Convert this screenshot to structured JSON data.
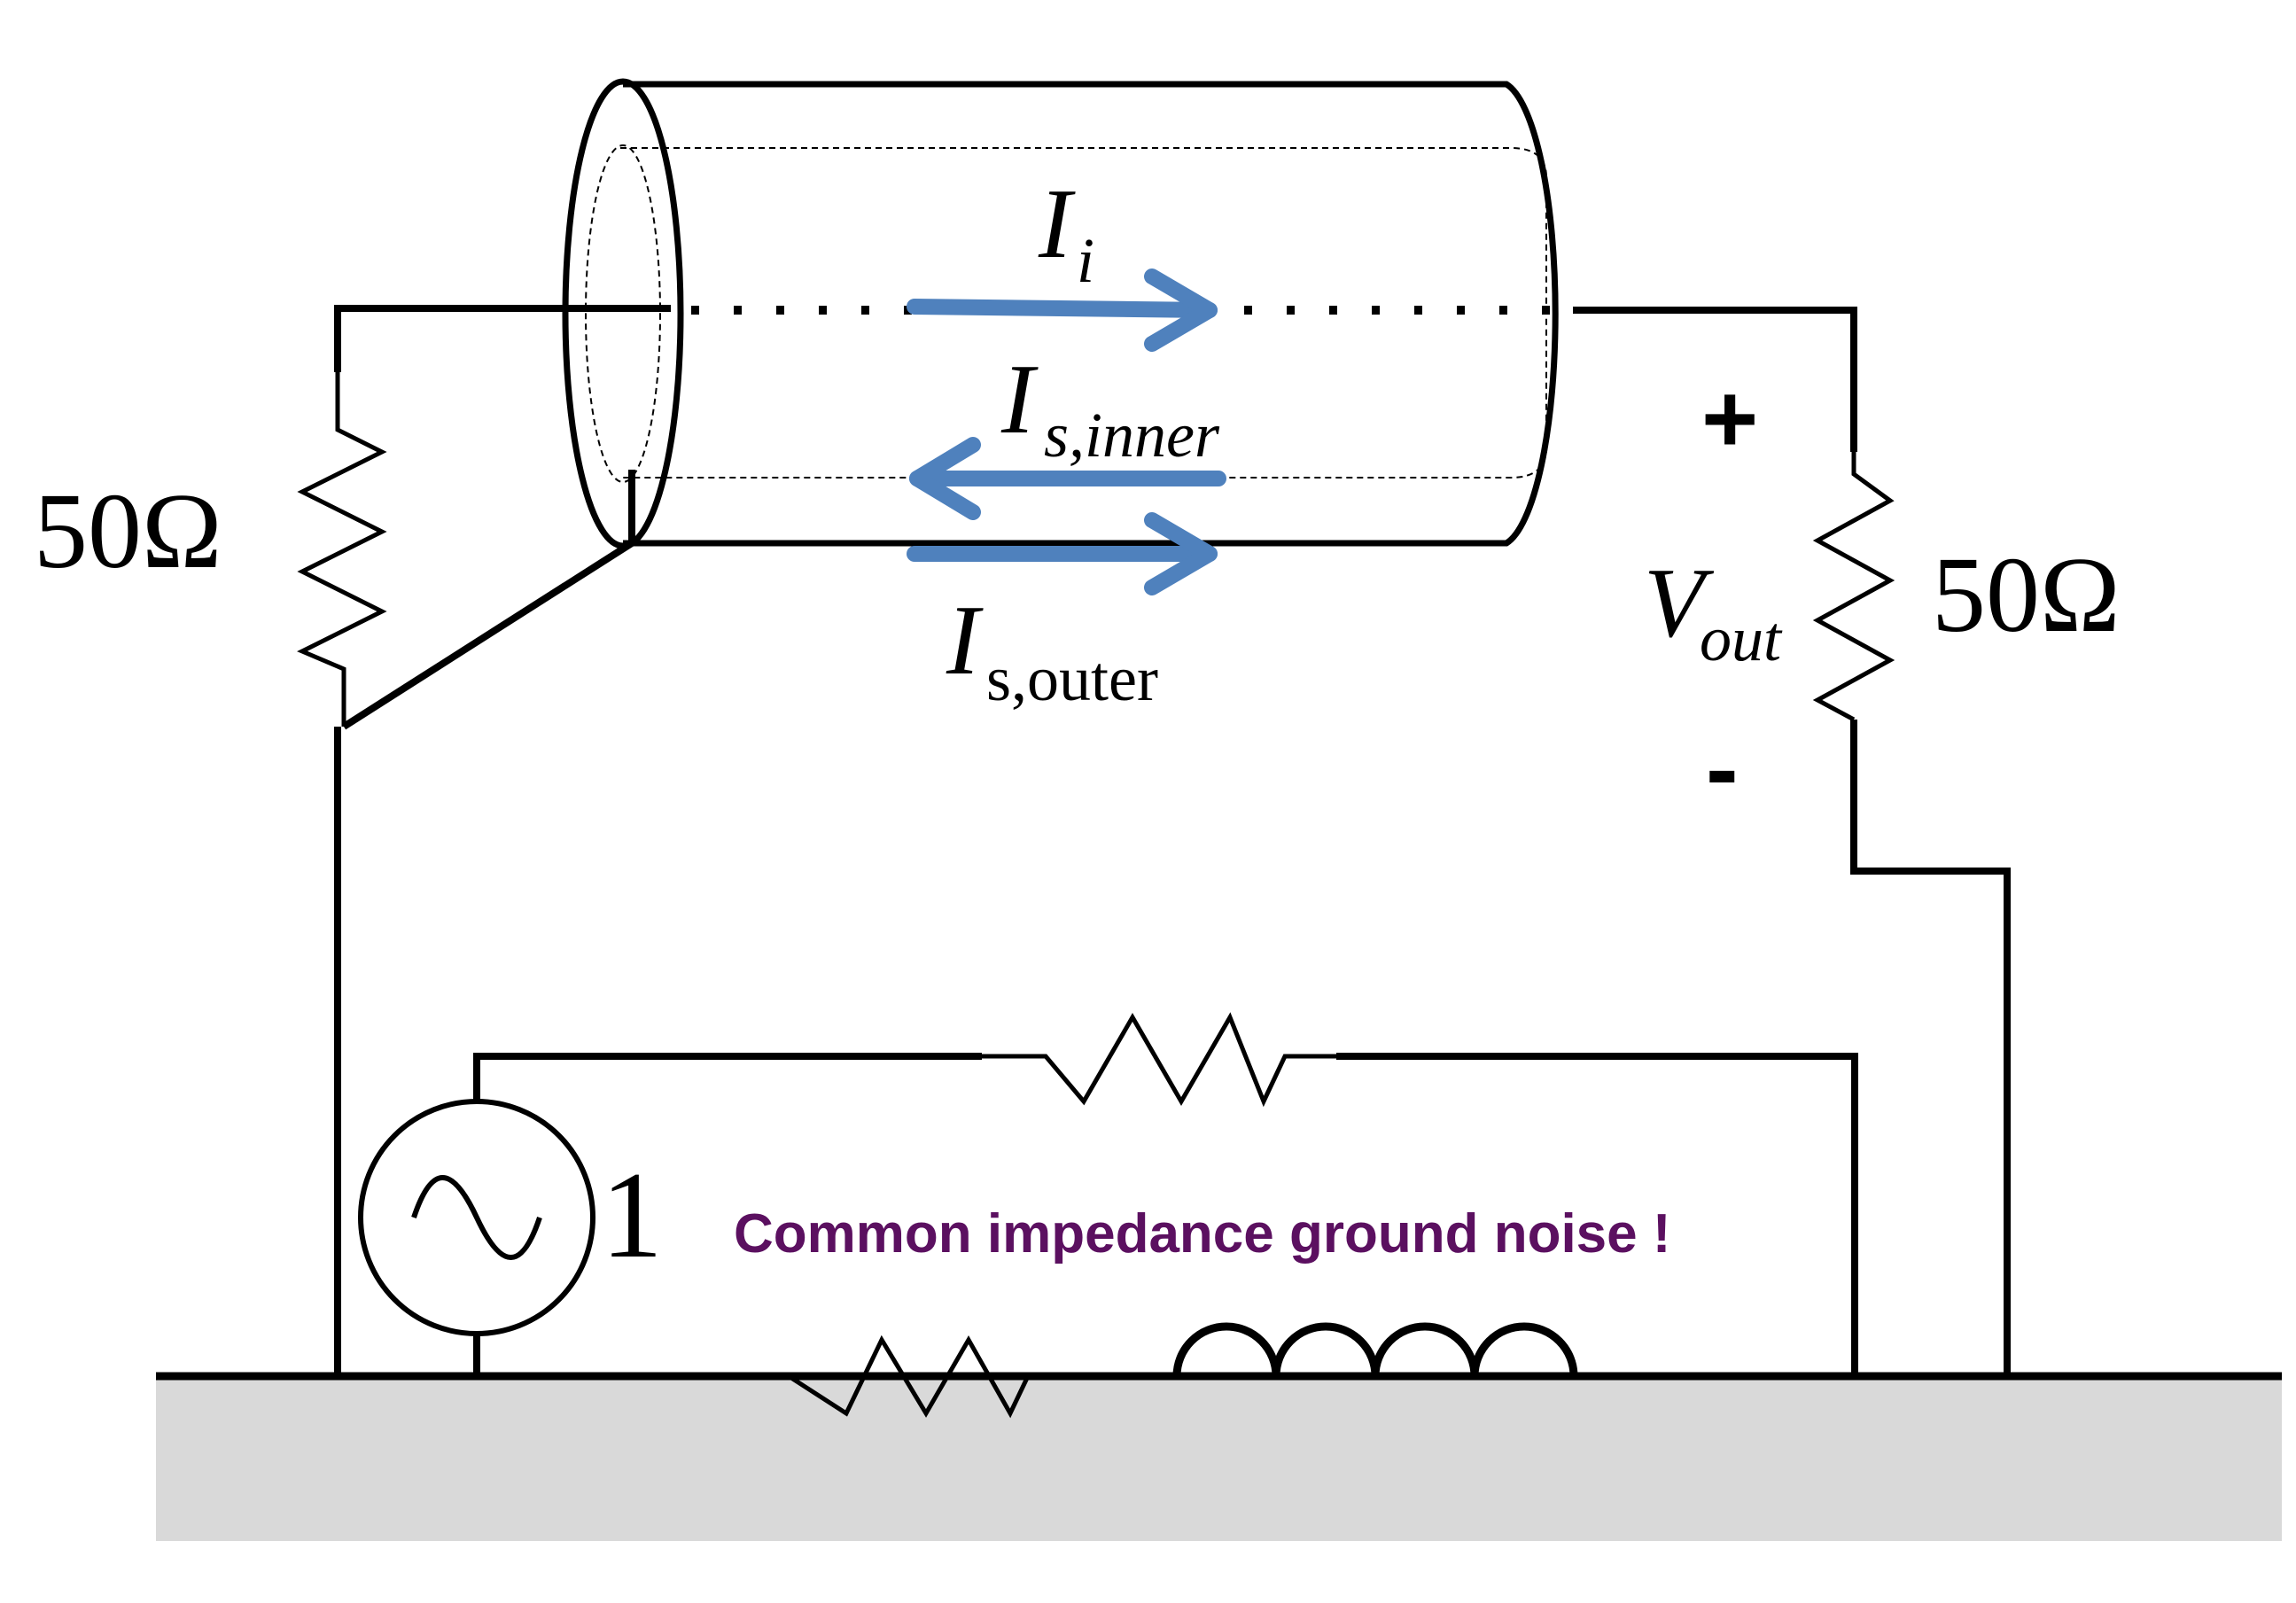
{
  "labels": {
    "left_resistor": "50Ω",
    "right_resistor": "50Ω",
    "current_inner_conductor": {
      "main": "I",
      "sub": "i"
    },
    "current_shield_inner": {
      "main": "I",
      "sub": "s,inner"
    },
    "current_shield_outer": {
      "main": "I",
      "sub": "s,outer"
    },
    "output_voltage": {
      "main": "V",
      "sub": "out"
    },
    "plus_sign": "+",
    "minus_sign": "-",
    "source_label": "1",
    "note": "Common impedance ground noise !"
  },
  "colors": {
    "wire": "#000000",
    "arrow": "#4f81bd",
    "note": "#5b1060",
    "ground_plane": "#d9d9d9"
  }
}
